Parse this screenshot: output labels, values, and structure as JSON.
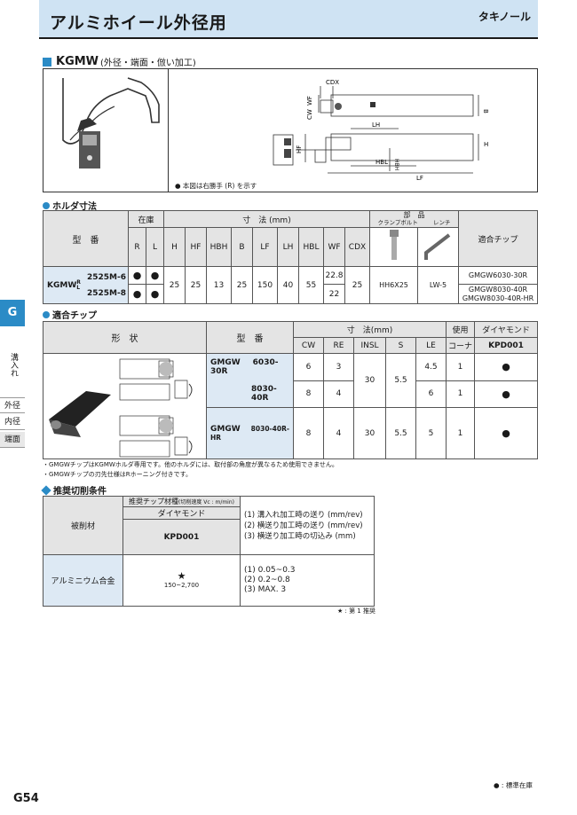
{
  "header": {
    "title": "アルミホイール外径用",
    "category": "タキノール"
  },
  "section": {
    "code": "KGMW",
    "sub": "(外径・端面・倣い加工)"
  },
  "diagram": {
    "note": "● 本図は右勝手 (R) を示す",
    "labels": {
      "cdx": "CDX",
      "wf": "WF",
      "cw": "CW",
      "b": "B",
      "lh": "LH",
      "hf": "HF",
      "h": "H",
      "hbl": "HBL",
      "hbh": "HBH",
      "lf": "LF"
    }
  },
  "holder": {
    "title": "ホルダ寸法",
    "headers": {
      "model": "型　番",
      "stock": "在庫",
      "dims": "寸　法 (mm)",
      "parts": "部　品",
      "clamp": "クランプボルト",
      "wrench": "レンチ",
      "tip": "適合チップ",
      "cols": [
        "R",
        "L",
        "H",
        "HF",
        "HBH",
        "B",
        "LF",
        "LH",
        "HBL",
        "WF",
        "CDX"
      ]
    },
    "prefix": "KGMW",
    "prefix_sup": "R",
    "prefix_sub": "L",
    "rows": [
      {
        "model": "2525M-6",
        "r": "●",
        "l": "●",
        "wf": "22.8",
        "tip": "GMGW6030-30R"
      },
      {
        "model": "2525M-8",
        "r": "●",
        "l": "●",
        "wf": "22",
        "tip1": "GMGW8030-40R",
        "tip2": "GMGW8030-40R-HR"
      }
    ],
    "shared": {
      "h": "25",
      "hf": "25",
      "hbh": "13",
      "b": "25",
      "lf": "150",
      "lh": "40",
      "hbl": "55",
      "cdx": "25",
      "bolt": "HH6X25",
      "wrench": "LW-5"
    }
  },
  "side": {
    "tab": "G",
    "vert": "溝入れ",
    "items": [
      "外径",
      "内径",
      "端面"
    ]
  },
  "chip": {
    "title": "適合チップ",
    "headers": {
      "shape": "形　状",
      "model": "型　番",
      "dims": "寸　法(mm)",
      "corner1": "使用",
      "corner2": "コーナ",
      "dia": "ダイヤモンド",
      "kpd": "KPD001",
      "cols": [
        "CW",
        "RE",
        "INSL",
        "S",
        "LE"
      ]
    },
    "rows": [
      {
        "prefix": "GMGW",
        "model": "6030-30R",
        "cw": "6",
        "re": "3",
        "le": "4.5",
        "corner": "1",
        "kpd": "●"
      },
      {
        "prefix": "",
        "model": "8030-40R",
        "cw": "8",
        "re": "4",
        "le": "6",
        "corner": "1",
        "kpd": "●"
      },
      {
        "prefix": "GMGW",
        "model": "8030-40R-HR",
        "cw": "8",
        "re": "4",
        "insl": "30",
        "s": "5.5",
        "le": "5",
        "corner": "1",
        "kpd": "●"
      }
    ],
    "shared": {
      "insl": "30",
      "s": "5.5"
    },
    "notes": [
      "・GMGWチップはKGMWホルダ専用です。他のホルダには、取付部の角度が異なるため使用できません。",
      "・GMGWチップの刃先仕様はRホーニング付きです。"
    ]
  },
  "cutting": {
    "title": "推奨切削条件",
    "material_label": "被削材",
    "grade_label": "推奨チップ材種",
    "grade_sub": "(切削速度 Vc : m/min)",
    "dia": "ダイヤモンド",
    "kpd": "KPD001",
    "cond": [
      "(1) 溝入れ加工時の送り (mm/rev)",
      "(2) 横送り加工時の送り (mm/rev)",
      "(3) 横送り加工時の切込み (mm)"
    ],
    "material": "アルミニウム合金",
    "star": "★",
    "speed": "150~2,700",
    "values": [
      "(1) 0.05~0.3",
      "(2) 0.2~0.8",
      "(3) MAX. 3"
    ],
    "note": "★ : 第 1 推奨"
  },
  "footer": {
    "page": "G54",
    "legend": "● : 標準在庫"
  }
}
